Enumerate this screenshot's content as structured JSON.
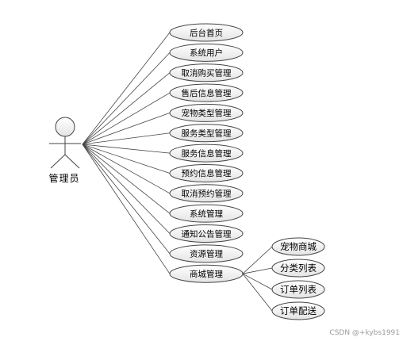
{
  "actor": {
    "label": "管理员"
  },
  "use_cases": [
    "后台首页",
    "系统用户",
    "取消购买管理",
    "售后信息管理",
    "宠物类型管理",
    "服务类型管理",
    "服务信息管理",
    "预约信息管理",
    "取消预约管理",
    "系统管理",
    "通知公告管理",
    "资源管理",
    "商城管理"
  ],
  "sub_use_cases": [
    "宠物商城",
    "分类列表",
    "订单列表",
    "订单配送"
  ],
  "watermark": "CSDN @+kybs1991",
  "colors": {
    "ellipse_fill_top": "#ffffff",
    "ellipse_fill_bottom": "#e4e4e4",
    "stroke": "#444444",
    "text": "#000000",
    "watermark": "#9a9a9a"
  }
}
